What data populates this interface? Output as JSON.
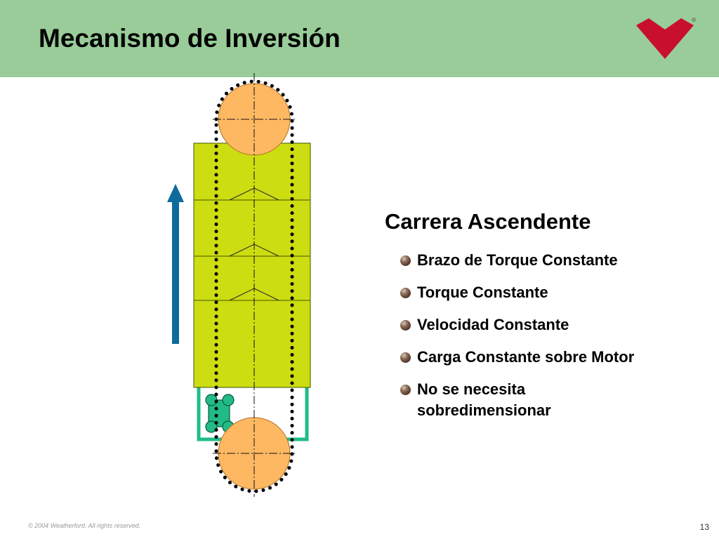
{
  "slide": {
    "title": "Mecanismo de Inversión",
    "subtitle": "Carrera Ascendente",
    "bullets": [
      "Brazo de Torque Constante",
      "Torque Constante",
      "Velocidad Constante",
      "Carga Constante sobre Motor",
      "No se necesita sobredimensionar"
    ],
    "footer_copyright": "© 2004 Weatherford. All rights reserved.",
    "page_number": "13"
  },
  "colors": {
    "header": "#99cc99",
    "logo": "#c8102e",
    "frame": "#ccdd11",
    "sprocket": "#ffb862",
    "carriage": "#22bb88",
    "arrow": "#0f6a9e",
    "chain": "#000000"
  },
  "icons": {
    "logo": "weatherford-logo",
    "direction": "up-arrow-icon",
    "bullet": "sphere-bullet-icon"
  }
}
